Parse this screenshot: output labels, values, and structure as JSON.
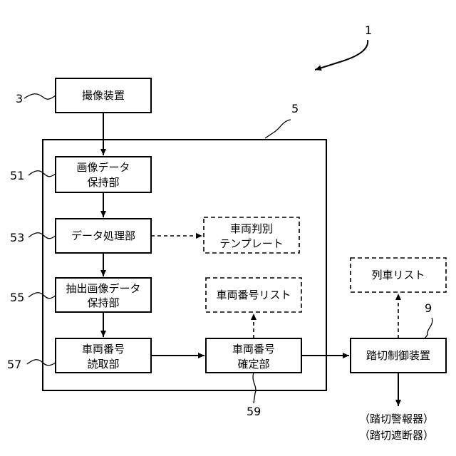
{
  "refs": {
    "system": "1",
    "camera": "3",
    "processor": "5",
    "crossing_control": "9",
    "image_hold": "51",
    "data_proc": "53",
    "extract_hold": "55",
    "number_read": "57",
    "number_confirm": "59"
  },
  "blocks": {
    "camera": "撮像装置",
    "image_hold": [
      "画像データ",
      "保持部"
    ],
    "data_proc": "データ処理部",
    "template": [
      "車両判別",
      "テンプレート"
    ],
    "extract_hold": [
      "抽出画像データ",
      "保持部"
    ],
    "number_list": "車両番号リスト",
    "number_read": [
      "車両番号",
      "読取部"
    ],
    "number_confirm": [
      "車両番号",
      "確定部"
    ],
    "train_list": "列車リスト",
    "crossing_control": "踏切制御装置"
  },
  "outputs": [
    "（踏切警報器）",
    "（踏切遮断器）"
  ]
}
